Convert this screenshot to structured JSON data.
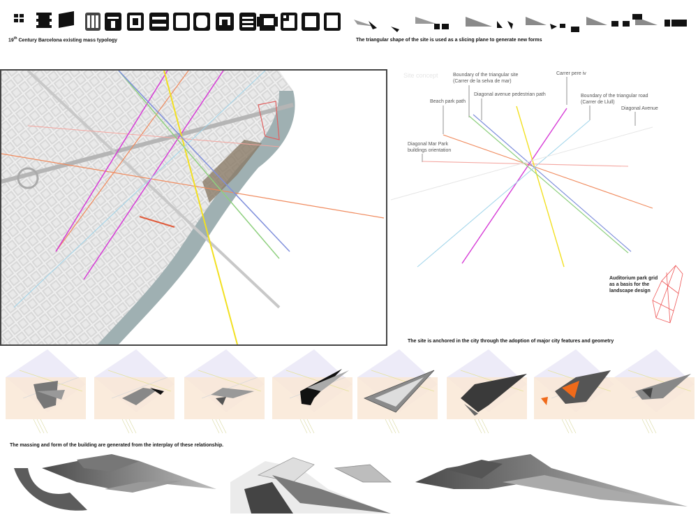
{
  "captions": {
    "typology": "19",
    "typology_sup": "th",
    "typology_rest": " Century Barcelona existing mass typology",
    "slicing": "The triangular shape of the site is used as a slicing plane to generate new forms",
    "anchored": "The site is anchored in the city through the adoption of major city features and geometry",
    "massing": "The massing and form of the building are generated from the interplay of these relationship."
  },
  "diagram": {
    "ghost_title": "Site concept",
    "labels": {
      "boundary_site_1": "Boundary of the triangular site",
      "boundary_site_2": "(Carrer de la selva de mar)",
      "carrer_pere": "Carrer pere iv",
      "diagonal_path": "Diagonal avenue pedestrian path",
      "beach_park": "Beach park path",
      "boundary_road_1": "Boundary of the triangular road",
      "boundary_road_2": "(Carrer de Llull)",
      "diagonal_avenue": "Diagonal Avenue",
      "mar_park_1": "Diagonal Mar Park",
      "mar_park_2": "buildings orientation"
    },
    "auditorium_1": "Auditorium park grid",
    "auditorium_2": "as a basis for the",
    "auditorium_3": "landscape design"
  },
  "colors": {
    "orange": "#f08a5d",
    "magenta": "#d63ad6",
    "yellow": "#f2e021",
    "green": "#8fd07f",
    "blue": "#7f8fdc",
    "cyan": "#9fd4ea",
    "salmon": "#f4a6a0"
  }
}
